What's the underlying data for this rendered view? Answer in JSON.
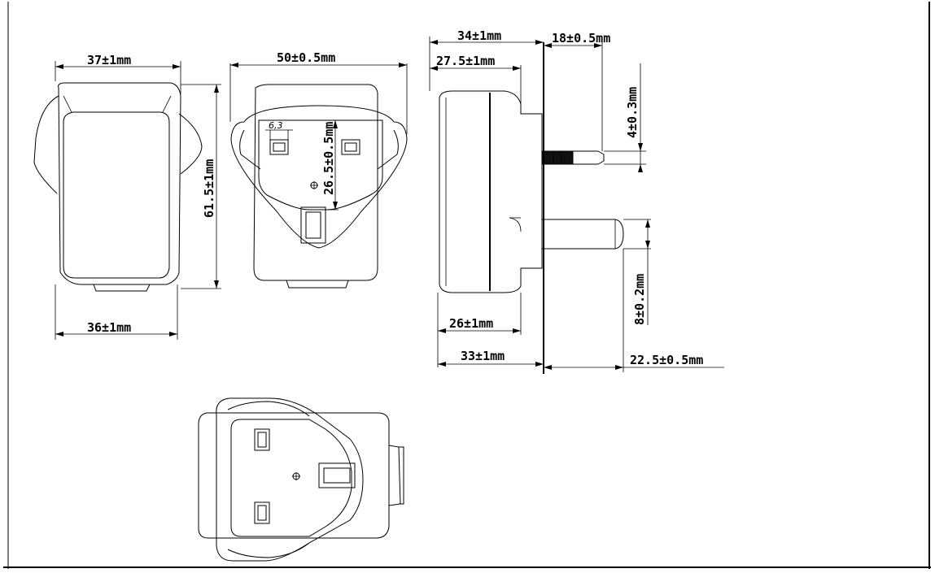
{
  "dimensions": {
    "front_top_width": "37±1mm",
    "front_bottom_width": "36±1mm",
    "height": "61.5±1mm",
    "pinface_width": "50±0.5mm",
    "pin_spacing_vertical": "26.5±0.5mm",
    "pin_width_label": "6,3",
    "side_total_depth": "34±1mm",
    "side_body_depth": "27.5±1mm",
    "pin_offset": "18±0.5mm",
    "pin_thickness": "4±0.3mm",
    "earth_pin_width": "8±0.2mm",
    "side_bottom_depth": "26±1mm",
    "side_overall_bottom": "33±1mm",
    "pin_length": "22.5±0.5mm"
  }
}
